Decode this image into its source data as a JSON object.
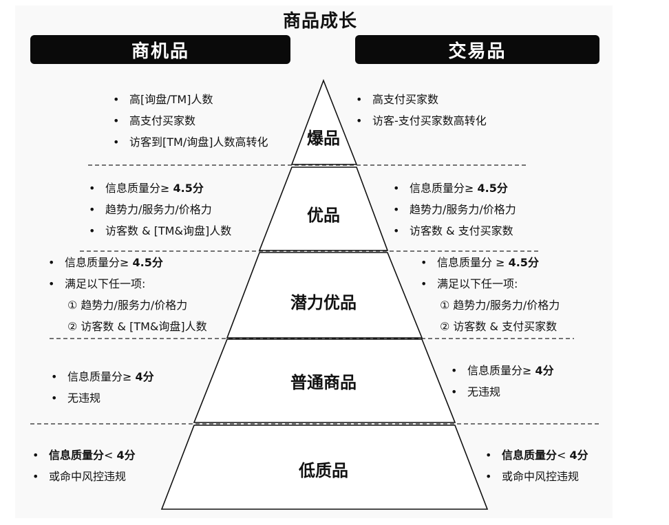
{
  "title": "商品成长",
  "headers": {
    "left": "商机品",
    "right": "交易品"
  },
  "tiers": [
    {
      "label": "爆品",
      "left": [
        {
          "text": "高[询盘/TM]人数"
        },
        {
          "text": "高支付买家数"
        },
        {
          "text": "访客到[TM/询盘]人数高转化"
        }
      ],
      "right": [
        {
          "text": "高支付买家数"
        },
        {
          "text": "访客-支付买家数高转化"
        }
      ]
    },
    {
      "label": "优品",
      "left": [
        {
          "text": "信息质量分≥ ",
          "strong": "4.5分"
        },
        {
          "text": "趋势力/服务力/价格力"
        },
        {
          "text": "访客数 & [TM&询盘]人数"
        }
      ],
      "right": [
        {
          "text": "信息质量分≥ ",
          "strong": "4.5分"
        },
        {
          "text": "趋势力/服务力/价格力"
        },
        {
          "text": "访客数 & 支付买家数"
        }
      ]
    },
    {
      "label": "潜力优品",
      "left": [
        {
          "text": "信息质量分≥ ",
          "strong": "4.5分"
        },
        {
          "text": "满足以下任一项:"
        },
        {
          "text": "① 趋势力/服务力/价格力",
          "sub": true
        },
        {
          "text": "② 访客数 & [TM&询盘]人数",
          "sub": true
        }
      ],
      "right": [
        {
          "text": "信息质量分 ≥ ",
          "strong": "4.5分"
        },
        {
          "text": "满足以下任一项:"
        },
        {
          "text": "① 趋势力/服务力/价格力",
          "sub": true
        },
        {
          "text": "② 访客数 & 支付买家数",
          "sub": true
        }
      ]
    },
    {
      "label": "普通商品",
      "left": [
        {
          "text": "信息质量分≥ ",
          "strong": "4分"
        },
        {
          "text": "无违规"
        }
      ],
      "right": [
        {
          "text": "信息质量分≥ ",
          "strong": "4分"
        },
        {
          "text": "无违规"
        }
      ]
    },
    {
      "label": "低质品",
      "left": [
        {
          "lead": "信息质量分",
          "text": "< ",
          "strong": "4分"
        },
        {
          "text": "或命中风控违规"
        }
      ],
      "right": [
        {
          "lead": "信息质量分",
          "text": "< ",
          "strong": "4分"
        },
        {
          "text": "或命中风控违规"
        }
      ]
    }
  ]
}
